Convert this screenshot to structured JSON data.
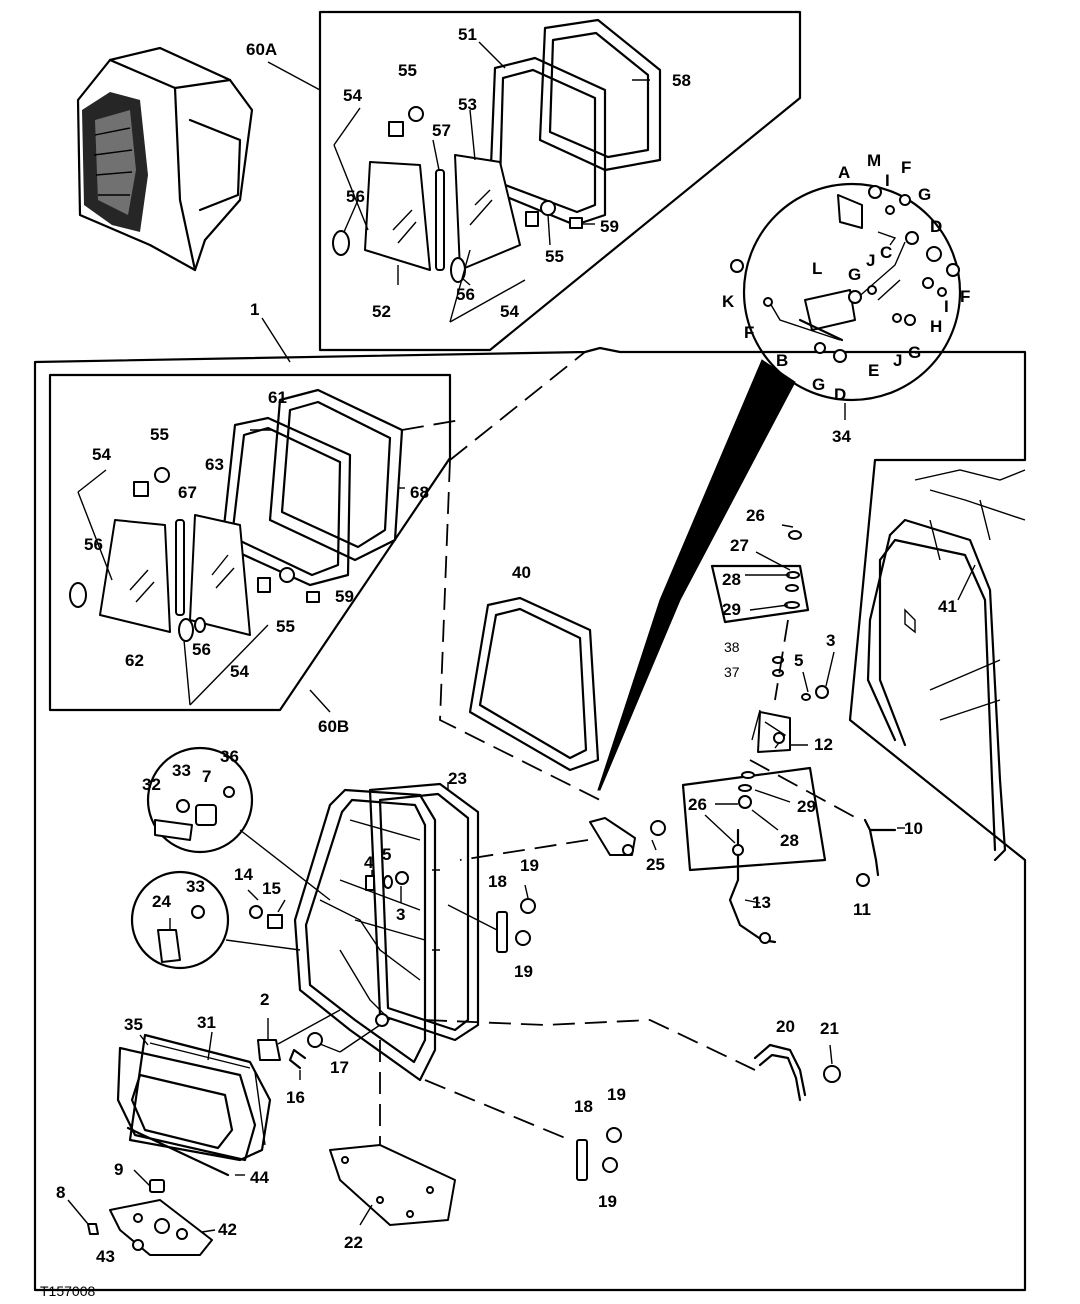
{
  "figure_ref": "T157008",
  "labels": {
    "l1": "1",
    "l2": "2",
    "l3a": "3",
    "l3b": "3",
    "l4": "4",
    "l5a": "5",
    "l5b": "5",
    "l7": "7",
    "l8": "8",
    "l9": "9",
    "l10": "10",
    "l11": "11",
    "l12": "12",
    "l13": "13",
    "l14": "14",
    "l15": "15",
    "l16": "16",
    "l17": "17",
    "l18a": "18",
    "l18b": "18",
    "l19a": "19",
    "l19b": "19",
    "l19c": "19",
    "l19d": "19",
    "l20": "20",
    "l21": "21",
    "l22": "22",
    "l23": "23",
    "l24": "24",
    "l25": "25",
    "l26a": "26",
    "l26b": "26",
    "l27": "27",
    "l28a": "28",
    "l28b": "28",
    "l29a": "29",
    "l29b": "29",
    "l31": "31",
    "l32": "32",
    "l33a": "33",
    "l33b": "33",
    "l34": "34",
    "l35": "35",
    "l36": "36",
    "l37": "37",
    "l38": "38",
    "l40": "40",
    "l41": "41",
    "l42": "42",
    "l43": "43",
    "l44": "44",
    "l51": "51",
    "l52": "52",
    "l53": "53",
    "l54a": "54",
    "l54b": "54",
    "l55a": "55",
    "l55b": "55",
    "l56a": "56",
    "l56b": "56",
    "l57": "57",
    "l58": "58",
    "l59a": "59",
    "l60A": "60A",
    "l60B": "60B",
    "l54c": "54",
    "l54d": "54",
    "l55c": "55",
    "l55d": "55",
    "l56c": "56",
    "l56d": "56",
    "l59b": "59",
    "l61": "61",
    "l62": "62",
    "l63": "63",
    "l67": "67",
    "l68": "68",
    "lA": "A",
    "lM": "M",
    "lF1": "F",
    "lI1": "I",
    "lG1": "G",
    "lC": "C",
    "lD1": "D",
    "lK": "K",
    "lL": "L",
    "lG2": "G",
    "lJ1": "J",
    "lF2": "F",
    "lI2": "I",
    "lH": "H",
    "lF3": "F",
    "lB": "B",
    "lE": "E",
    "lJ2": "J",
    "lG3": "G",
    "lG4": "G",
    "lD2": "D"
  }
}
